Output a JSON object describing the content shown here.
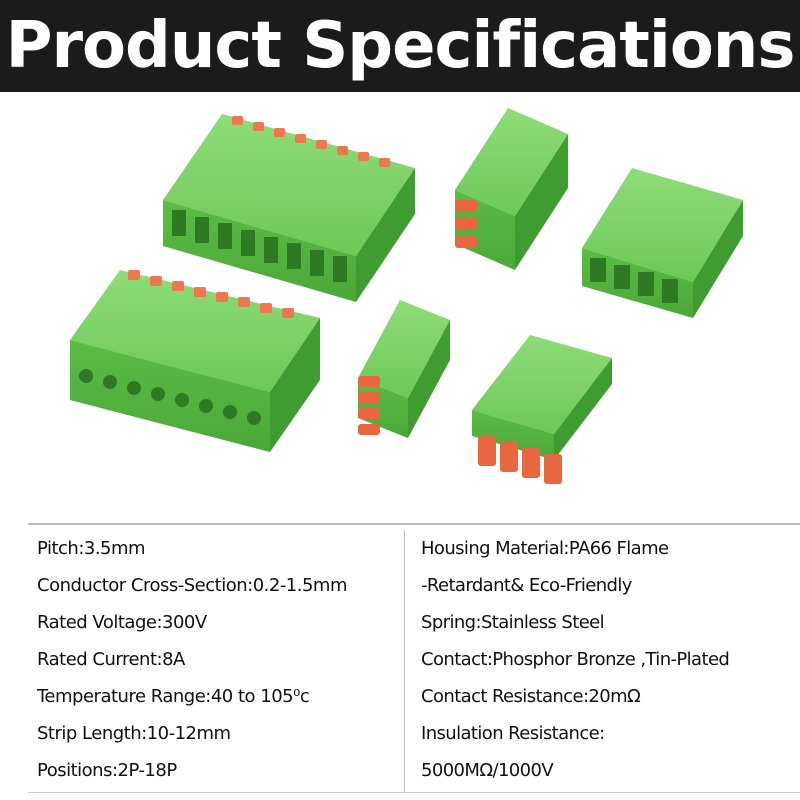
{
  "header": {
    "title": "Product Specifications"
  },
  "colors": {
    "header_bg": "#1b1b1b",
    "housing_green": "#5fbf4c",
    "spring_orange": "#e8673f"
  },
  "specs_left": [
    "Pitch:3.5mm",
    "Conductor Cross-Section:0.2-1.5mm",
    "Rated Voltage:300V",
    "Rated Current:8A",
    "Temperature Range:40 to 105⁰c",
    "Strip Length:10-12mm",
    "Positions:2P-18P"
  ],
  "specs_right": [
    "Housing Material:PA66 Flame",
    "-Retardant& Eco-Friendly",
    "Spring:Stainless Steel",
    "Contact:Phosphor Bronze ,Tin-Plated",
    "Contact Resistance:20mΩ",
    "Insulation Resistance:",
    "5000MΩ/1000V"
  ]
}
